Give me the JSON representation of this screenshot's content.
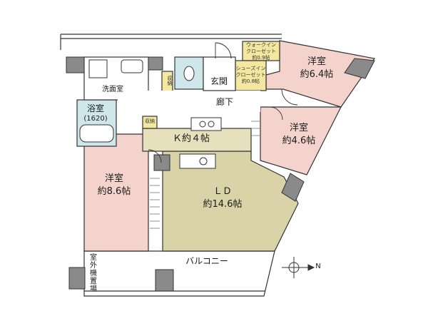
{
  "rooms": {
    "western_64": {
      "name": "洋室",
      "size": "約6.4帖"
    },
    "western_46": {
      "name": "洋室",
      "size": "約4.6帖"
    },
    "western_86": {
      "name": "洋室",
      "size": "約8.6帖"
    },
    "ld": {
      "name": "ＬＤ",
      "size": "約14.6帖"
    },
    "kitchen": {
      "name": "Ｋ約４帖"
    },
    "bath": {
      "name": "浴室",
      "size": "(1620)"
    },
    "washroom": {
      "name": "洗面室"
    },
    "entrance": {
      "name": "玄関"
    },
    "hallway": {
      "name": "廊下"
    },
    "balcony": {
      "name": "バルコニー"
    },
    "outdoor_unit": {
      "name": "室外機置場"
    }
  },
  "storage": {
    "storage_a": "収納",
    "storage_b": "収納",
    "walkin_closet": {
      "line1": "ウォークイン",
      "line2": "クローゼット",
      "line3": "約0.9帖"
    },
    "shoes_closet": {
      "line1": "シューズイン",
      "line2": "クローゼット",
      "line3": "約0.8帖"
    }
  },
  "compass": {
    "label": "N"
  },
  "colors": {
    "pink": "#f3d3cc",
    "ld": "#d9d3a7",
    "kitchen": "#e6e0bc",
    "cyan": "#cfe6ea",
    "closet": "#f4e7a0",
    "column": "#8a8a8a",
    "line": "#333333",
    "white": "#ffffff"
  }
}
